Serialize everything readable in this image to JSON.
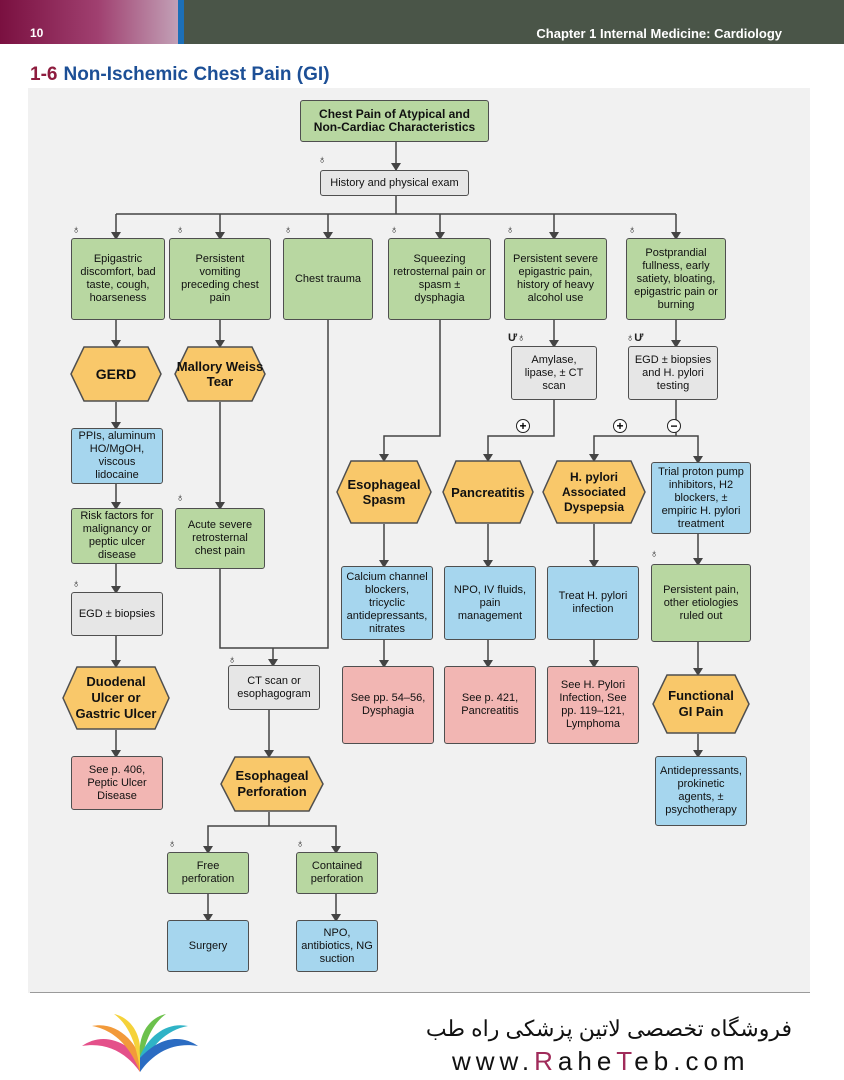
{
  "header": {
    "page_number": "10",
    "chapter": "Chapter 1  Internal Medicine: Cardiology"
  },
  "figure": {
    "number": "1-6",
    "title": "Non-Ischemic Chest Pain (GI)"
  },
  "nodes": {
    "start": "Chest Pain of Atypical and Non-Cardiac Characteristics",
    "history": "History and physical exam",
    "epigastric": "Epigastric discomfort, bad taste, cough, hoarseness",
    "vomiting": "Persistent vomiting preceding chest pain",
    "trauma": "Chest trauma",
    "squeezing": "Squeezing retrosternal pain or spasm ± dysphagia",
    "alcohol": "Persistent severe epigastric pain, history of heavy alcohol use",
    "postprandial": "Postprandial fullness, early satiety, bloating, epigastric pain or burning",
    "gerd": "GERD",
    "mallory": "Mallory Weiss Tear",
    "amylase": "Amylase, lipase, ± CT scan",
    "egd_hp": "EGD ± biopsies and H. pylori testing",
    "ppis": "PPIs, aluminum HO/MgOH, viscous lidocaine",
    "risk": "Risk factors for malignancy or peptic ulcer disease",
    "acute": "Acute severe retrosternal chest pain",
    "esoph_spasm": "Esophageal Spasm",
    "pancreatitis": "Pancreatitis",
    "hpylori_dysp": "H. pylori Associated Dyspepsia",
    "trial_ppi": "Trial proton pump inhibitors, H2 blockers, ± empiric H. pylori treatment",
    "egd_biopsies": "EGD ± biopsies",
    "calcium": "Calcium channel blockers, tricyclic antidepressants, nitrates",
    "npo_iv": "NPO, IV fluids, pain management",
    "treat_hp": "Treat H. pylori infection",
    "persistent_other": "Persistent pain, other etiologies ruled out",
    "ulcer": "Duodenal Ulcer or Gastric Ulcer",
    "ct_scan": "CT scan or esophagogram",
    "see_dysphagia": "See pp. 54–56, Dysphagia",
    "see_pancreatitis": "See p. 421, Pancreatitis",
    "see_hp": "See H. Pylori Infection, See pp. 119–121, Lymphoma",
    "functional": "Functional GI Pain",
    "see_peptic": "See p. 406, Peptic Ulcer Disease",
    "esoph_perf": "Esophageal Perforation",
    "antidep": "Antidepressants, prokinetic agents, ± psychotherapy",
    "free_perf": "Free perforation",
    "contained_perf": "Contained perforation",
    "surgery": "Surgery",
    "npo_antibiotics": "NPO, antibiotics, NG suction"
  },
  "signs": {
    "positive": "+",
    "negative": "−"
  },
  "footer": {
    "persian": "فروشگاه تخصصی لاتین پزشکی راه طب",
    "url_prefix": "www.",
    "url_r": "R",
    "url_mid": "ahe",
    "url_t": "T",
    "url_suffix": "eb.com"
  },
  "colors": {
    "green": "#b8d7a1",
    "gray": "#e6e6e6",
    "blue": "#a6d6ee",
    "pink": "#f2b6b3",
    "hex": "#f9c86a",
    "header": "#4a5548",
    "title_blue": "#1c4f96",
    "title_red": "#8e1c3e"
  }
}
